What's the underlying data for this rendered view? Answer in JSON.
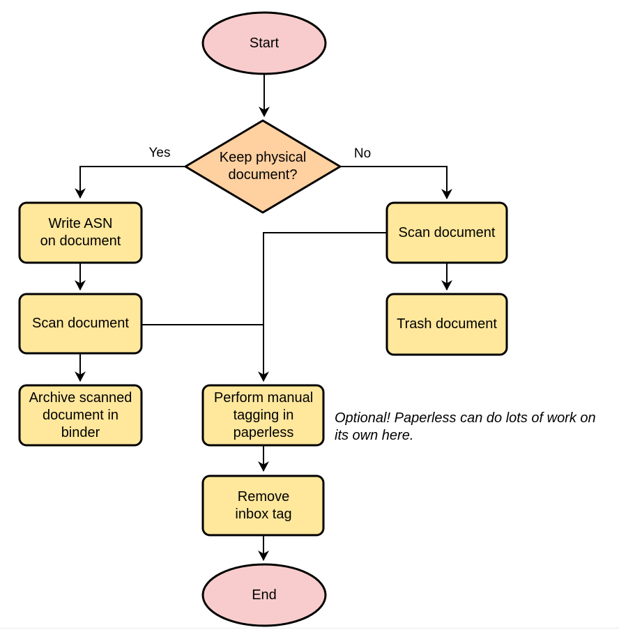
{
  "colors": {
    "terminal_fill": "#f8cccd",
    "decision_fill": "#ffd0a0",
    "process_fill": "#ffe79c",
    "stroke": "#000000"
  },
  "nodes": {
    "start": {
      "type": "terminal",
      "label": "Start"
    },
    "decision": {
      "type": "decision",
      "label": "Keep physical\ndocument?"
    },
    "write_asn": {
      "type": "process",
      "label": "Write ASN\non document"
    },
    "scan_left": {
      "type": "process",
      "label": "Scan document"
    },
    "archive": {
      "type": "process",
      "label": "Archive scanned\ndocument in\nbinder"
    },
    "scan_right": {
      "type": "process",
      "label": "Scan document"
    },
    "trash": {
      "type": "process",
      "label": "Trash document"
    },
    "tagging": {
      "type": "process",
      "label": "Perform manual\ntagging in\npaperless"
    },
    "remove_inbox": {
      "type": "process",
      "label": "Remove\ninbox tag"
    },
    "end": {
      "type": "terminal",
      "label": "End"
    }
  },
  "edge_labels": {
    "yes": "Yes",
    "no": "No"
  },
  "edges": [
    {
      "from": "start",
      "to": "decision",
      "label": ""
    },
    {
      "from": "decision",
      "to": "write_asn",
      "label": "Yes"
    },
    {
      "from": "decision",
      "to": "scan_right",
      "label": "No"
    },
    {
      "from": "write_asn",
      "to": "scan_left",
      "label": ""
    },
    {
      "from": "scan_left",
      "to": "archive",
      "label": ""
    },
    {
      "from": "scan_right",
      "to": "trash",
      "label": ""
    },
    {
      "from": "scan_right",
      "to": "tagging",
      "label": ""
    },
    {
      "from": "scan_left",
      "to": "tagging",
      "label": ""
    },
    {
      "from": "tagging",
      "to": "remove_inbox",
      "label": ""
    },
    {
      "from": "remove_inbox",
      "to": "end",
      "label": ""
    }
  ],
  "note": {
    "text": "Optional! Paperless can do lots of work on\nits own here."
  }
}
